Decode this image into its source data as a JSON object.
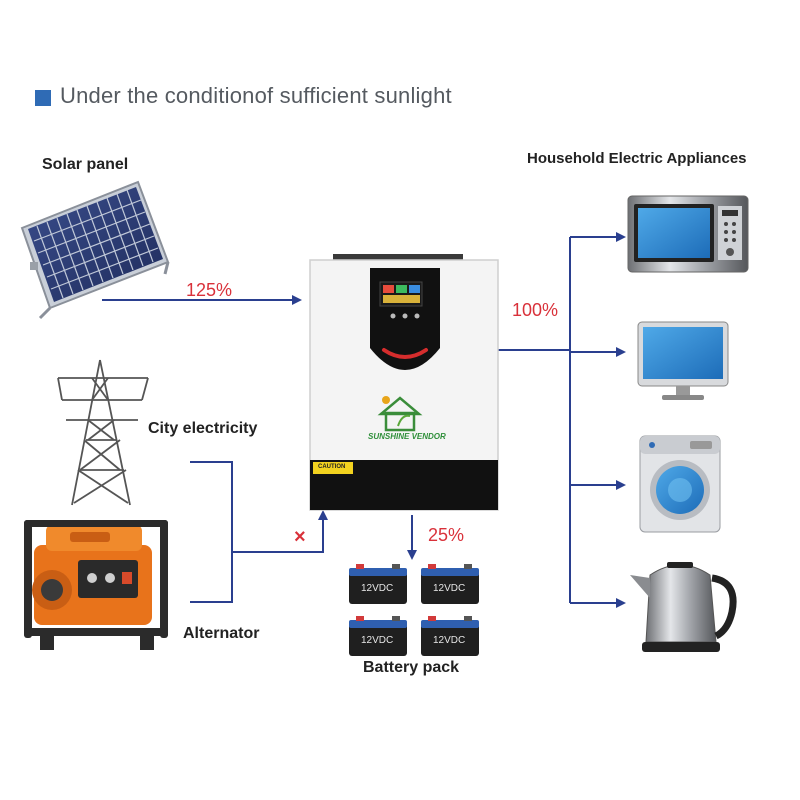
{
  "heading": {
    "text": "Under the conditionof sufficient sunlight",
    "marker_color": "#2f6bb5"
  },
  "labels": {
    "solar_panel": "Solar panel",
    "city_electricity": "City electricity",
    "alternator": "Alternator",
    "household": "Household Electric Appliances",
    "battery_pack": "Battery pack"
  },
  "flows": {
    "solar_to_inverter": "125%",
    "inverter_to_appliances": "100%",
    "inverter_to_battery": "25%",
    "grid_blocked": "×"
  },
  "inverter": {
    "brand": "SUNSHINE VENDOR",
    "caution": "CAUTION"
  },
  "battery": {
    "cell_label": "12VDC"
  },
  "appliances": [
    "microwave-oven",
    "computer-monitor",
    "washing-machine",
    "electric-kettle"
  ],
  "colors": {
    "flow_line": "#2a3f8f",
    "percent_text": "#d9313a",
    "heading_text": "#555a60"
  }
}
